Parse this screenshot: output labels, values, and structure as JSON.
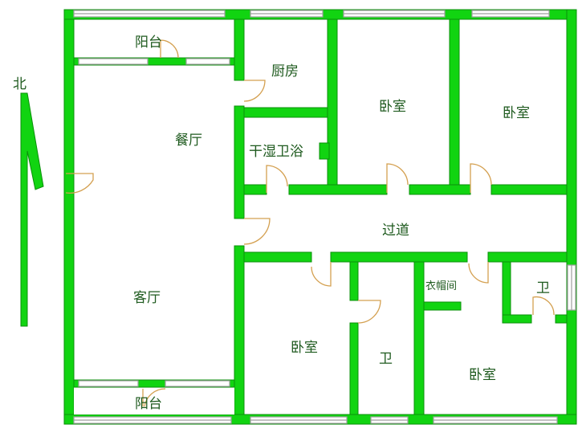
{
  "compass": {
    "label": "北"
  },
  "rooms": [
    {
      "id": "balcony-top",
      "label": "阳台"
    },
    {
      "id": "kitchen",
      "label": "厨房"
    },
    {
      "id": "bedroom-1",
      "label": "卧室"
    },
    {
      "id": "bedroom-2",
      "label": "卧室"
    },
    {
      "id": "dining-room",
      "label": "餐厅"
    },
    {
      "id": "bathroom-dry-wet",
      "label": "干湿卫浴"
    },
    {
      "id": "hallway",
      "label": "过道"
    },
    {
      "id": "living-room",
      "label": "客厅"
    },
    {
      "id": "closet",
      "label": "衣帽间"
    },
    {
      "id": "bathroom-1",
      "label": "卫"
    },
    {
      "id": "bathroom-2",
      "label": "卫"
    },
    {
      "id": "bedroom-3",
      "label": "卧室"
    },
    {
      "id": "bedroom-4",
      "label": "卧室"
    },
    {
      "id": "balcony-bottom",
      "label": "阳台"
    }
  ],
  "colors": {
    "wall": "#11d411",
    "wall_edge": "#0a8f0a",
    "window": "#9e9e9e",
    "door": "#d4a050",
    "label": "#1e5a1e"
  }
}
